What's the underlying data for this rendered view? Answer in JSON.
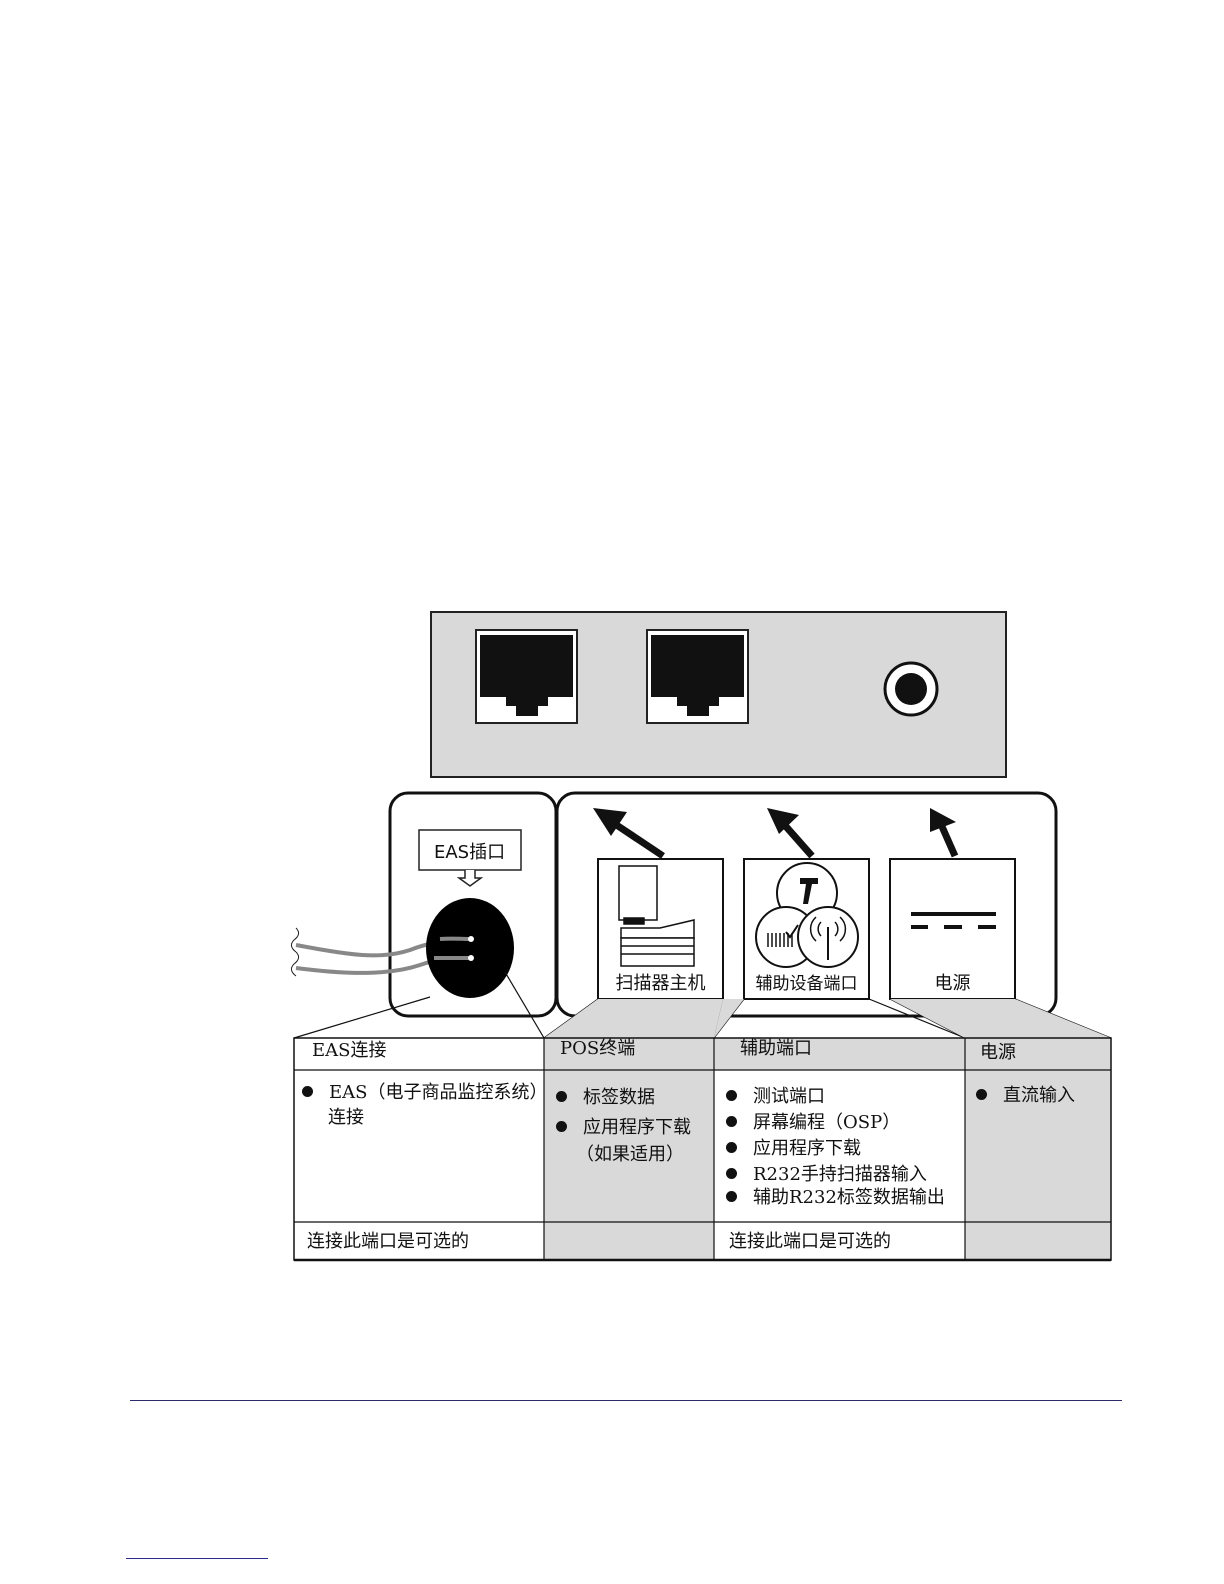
{
  "ports_panel": {
    "items": [
      "rj45-port-pos",
      "rj45-port-aux",
      "dc-power-jack"
    ]
  },
  "eas_callout": {
    "label": "EAS插口"
  },
  "icons": {
    "scanner_host": "扫描器主机",
    "aux_port": "辅助设备端口",
    "power": "电源"
  },
  "table": {
    "headers": [
      "EAS连接",
      "POS终端",
      "辅助端口",
      "电源"
    ],
    "col1": {
      "line1": "EAS（电子商品监控系统）",
      "line2": "连接"
    },
    "col2": {
      "item1": "标签数据",
      "item2": "应用程序下载",
      "item2b": "（如果适用）"
    },
    "col3": {
      "item1": "测试端口",
      "item2": "屏幕编程（OSP）",
      "item3": "应用程序下载",
      "item4": "R232手持扫描器输入",
      "item5": "辅助R232标签数据输出"
    },
    "col4": {
      "item1": "直流输入"
    },
    "footer": {
      "col1": "连接此端口是可选的",
      "col3": "连接此端口是可选的"
    }
  },
  "colors": {
    "panel_gray": "#d9d9d9",
    "ink": "#111111",
    "rule": "#2b2b6b"
  }
}
